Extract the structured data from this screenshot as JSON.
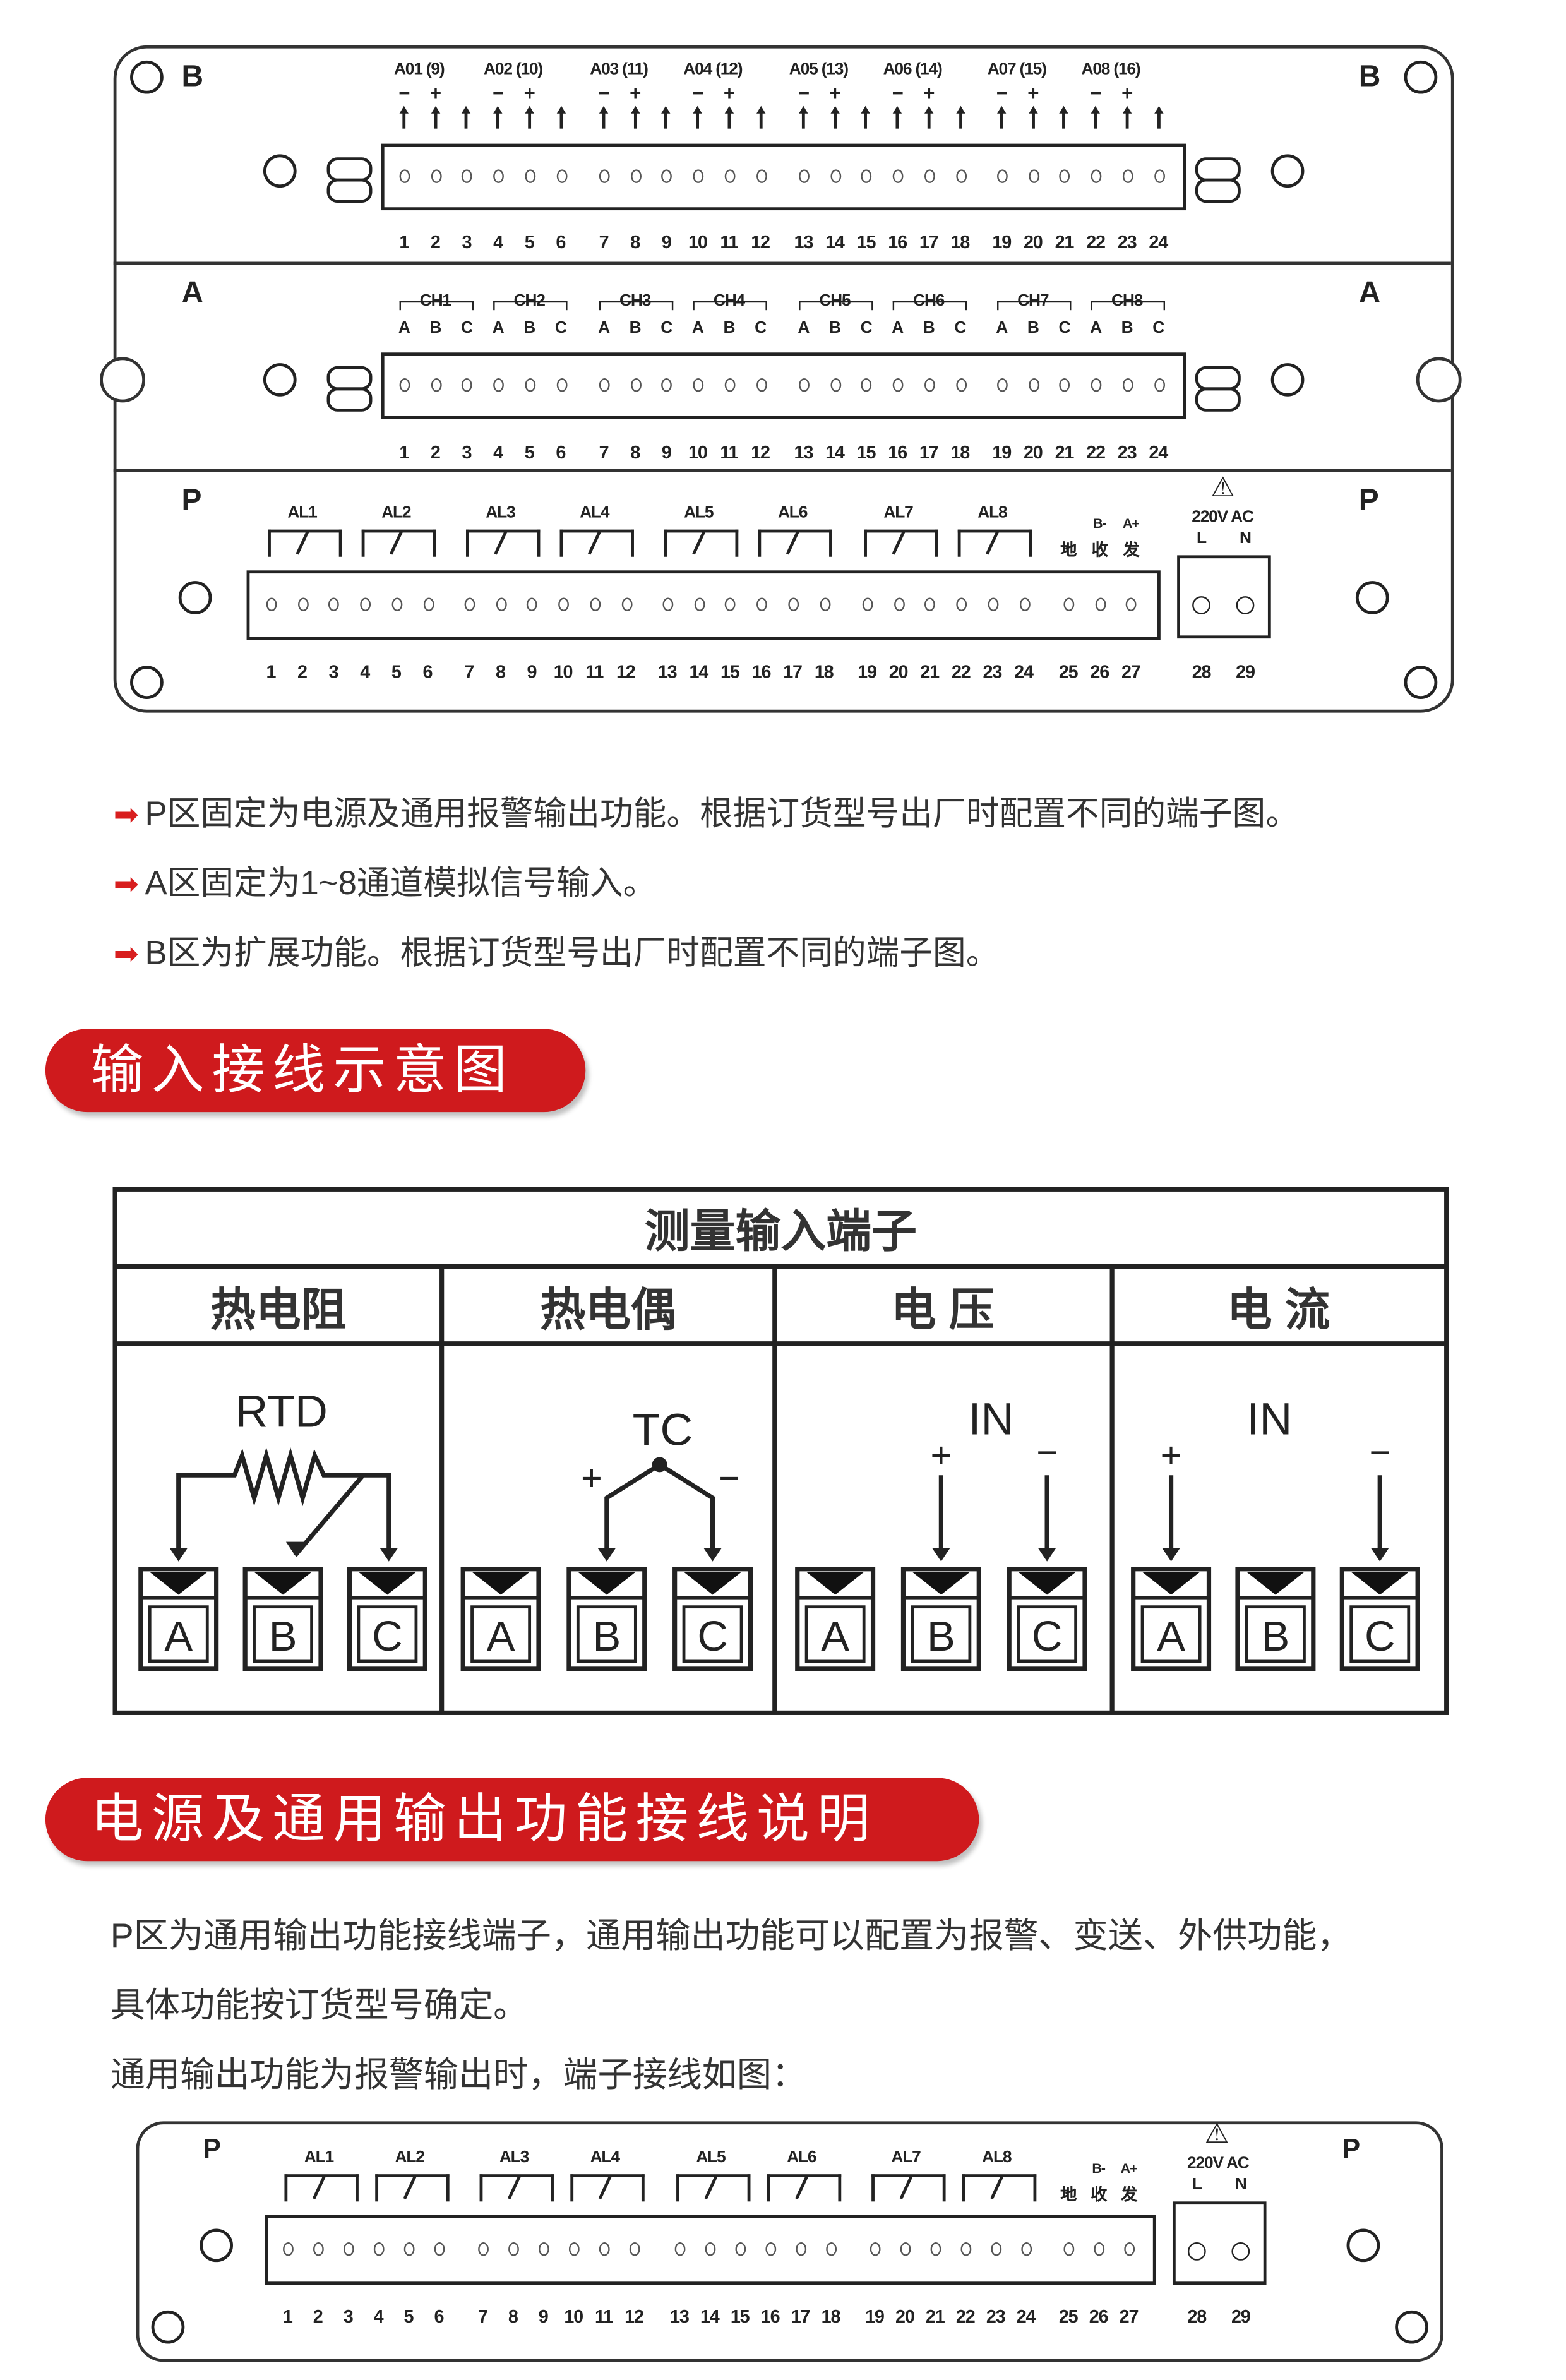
{
  "panel_top": {
    "zone_b": "B",
    "zone_a": "A",
    "zone_p": "P",
    "b_labels": [
      "A01 (9)",
      "A02 (10)",
      "A03 (11)",
      "A04 (12)",
      "A05 (13)",
      "A06 (14)",
      "A07 (15)",
      "A08 (16)"
    ],
    "polarity": [
      "−",
      "+"
    ],
    "a_labels": [
      "CH1",
      "CH2",
      "CH3",
      "CH4",
      "CH5",
      "CH6",
      "CH7",
      "CH8"
    ],
    "abc": [
      "A",
      "B",
      "C"
    ],
    "numbers_24": [
      "1",
      "2",
      "3",
      "4",
      "5",
      "6",
      "7",
      "8",
      "9",
      "10",
      "11",
      "12",
      "13",
      "14",
      "15",
      "16",
      "17",
      "18",
      "19",
      "20",
      "21",
      "22",
      "23",
      "24"
    ],
    "al_labels": [
      "AL1",
      "AL2",
      "AL3",
      "AL4",
      "AL5",
      "AL6",
      "AL7",
      "AL8"
    ],
    "comm_top": [
      "B-",
      "A+"
    ],
    "comm_bottom": [
      "地",
      "收",
      "发"
    ],
    "power_label": "220V  AC",
    "power_ln": [
      "L",
      "N"
    ],
    "numbers_p": [
      "1",
      "2",
      "3",
      "4",
      "5",
      "6",
      "7",
      "8",
      "9",
      "10",
      "11",
      "12",
      "13",
      "14",
      "15",
      "16",
      "17",
      "18",
      "19",
      "20",
      "21",
      "22",
      "23",
      "24",
      "25",
      "26",
      "27"
    ],
    "numbers_power": [
      "28",
      "29"
    ]
  },
  "bullets": [
    "P区固定为电源及通用报警输出功能。根据订货型号出厂时配置不同的端子图。",
    "A区固定为1~8通道模拟信号输入。",
    "B区为扩展功能。根据订货型号出厂时配置不同的端子图。"
  ],
  "section1_title": "输入接线示意图",
  "table": {
    "title": "测量输入端子",
    "headers": [
      "热电阻",
      "热电偶",
      "电  压",
      "电  流"
    ],
    "labels": [
      "RTD",
      "TC",
      "IN",
      "IN"
    ],
    "terminals": [
      "A",
      "B",
      "C"
    ],
    "plus": "+",
    "minus": "−"
  },
  "section2_title": "电源及通用输出功能接线说明",
  "paragraphs": [
    "P区为通用输出功能接线端子，通用输出功能可以配置为报警、变送、外供功能，",
    "具体功能按订货型号确定。",
    "通用输出功能为报警输出时，端子接线如图："
  ],
  "colors": {
    "accent": "#cf1a1d",
    "line": "#222222"
  }
}
